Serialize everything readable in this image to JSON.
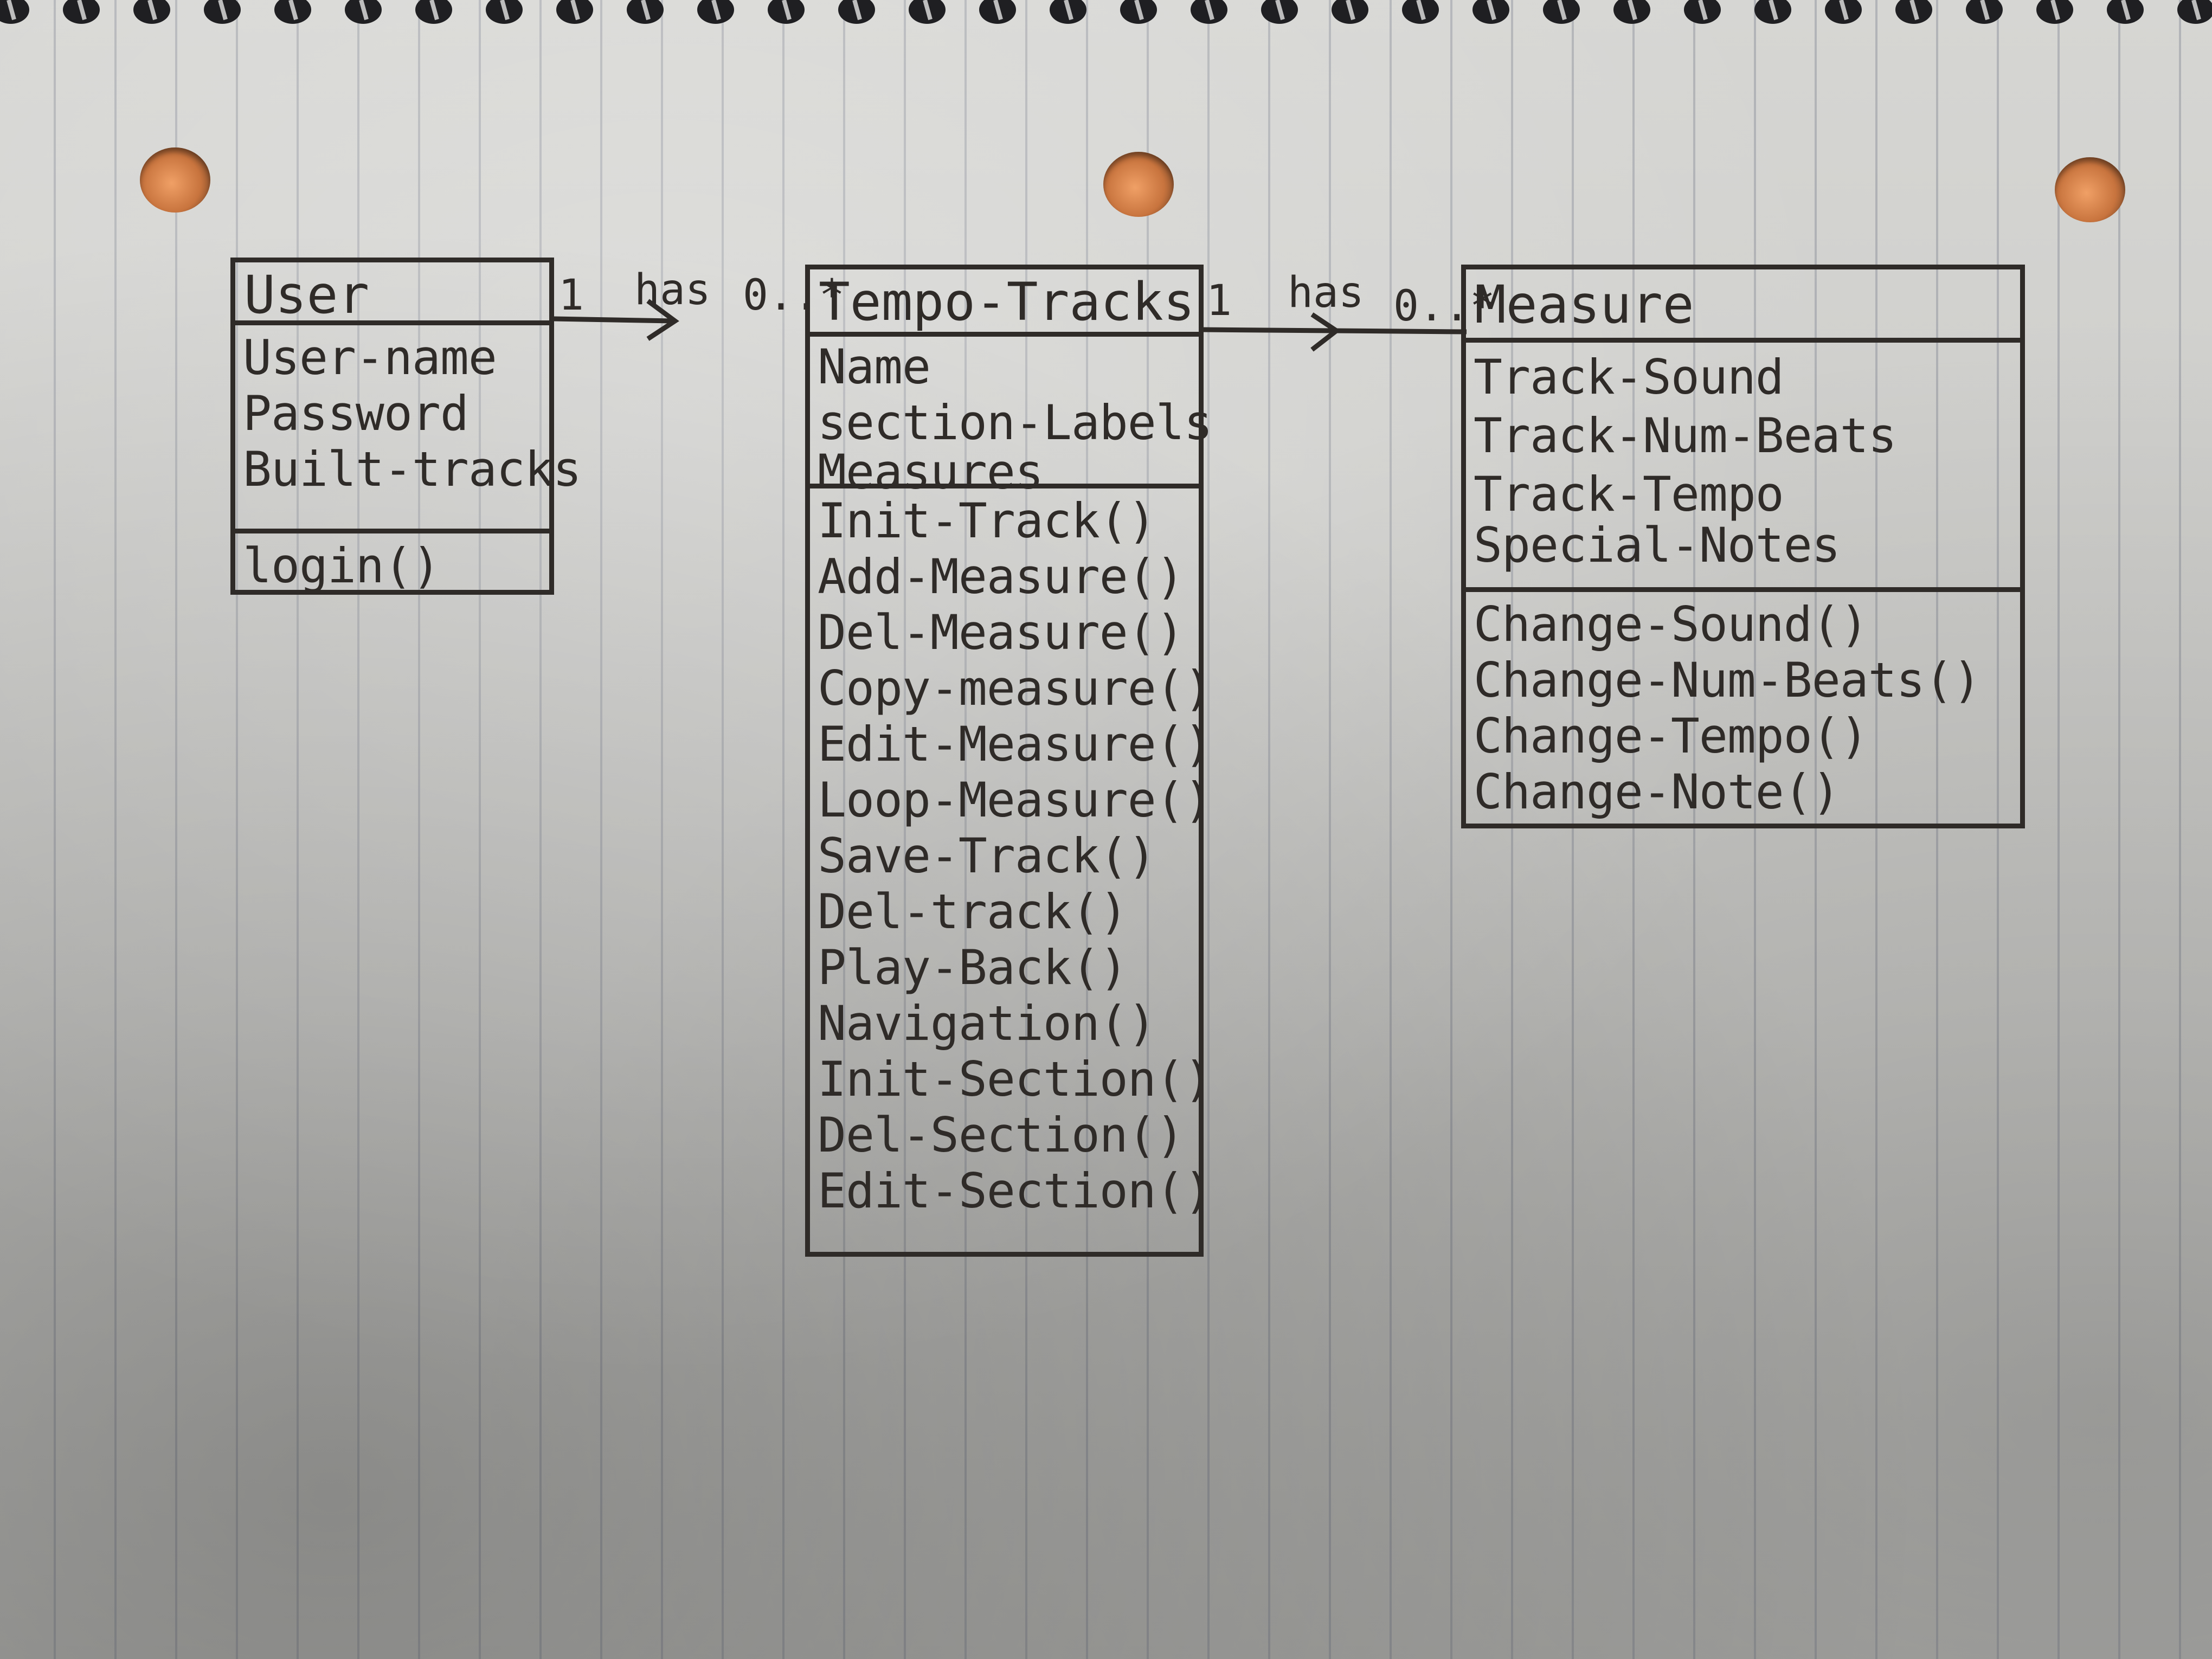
{
  "classes": {
    "user": {
      "name": "User",
      "attributes": [
        "User-name",
        "Password",
        "Built-tracks"
      ],
      "methods": [
        "login()"
      ]
    },
    "tempo_tracks": {
      "name": "Tempo-Tracks",
      "attributes": [
        "Name",
        "section-Labels",
        "Measures"
      ],
      "methods": [
        "Init-Track()",
        "Add-Measure()",
        "Del-Measure()",
        "Copy-measure()",
        "Edit-Measure()",
        "Loop-Measure()",
        "Save-Track()",
        "Del-track()",
        "Play-Back()",
        "Navigation()",
        "Init-Section()",
        "Del-Section()",
        "Edit-Section()"
      ]
    },
    "measure": {
      "name": "Measure",
      "attributes": [
        "Track-Sound",
        "Track-Num-Beats",
        "Track-Tempo",
        "Special-Notes"
      ],
      "methods": [
        "Change-Sound()",
        "Change-Num-Beats()",
        "Change-Tempo()",
        "Change-Note()"
      ]
    }
  },
  "associations": [
    {
      "from": "User",
      "to": "Tempo-Tracks",
      "label": "has",
      "from_multiplicity": "1",
      "to_multiplicity": "0..*"
    },
    {
      "from": "Tempo-Tracks",
      "to": "Measure",
      "label": "has",
      "from_multiplicity": "1",
      "to_multiplicity": "0..*"
    }
  ],
  "colors": {
    "ink": "#2f2b28",
    "paper": "#cfcfcc",
    "rule_lines": "#7d8290",
    "hole": "#c8743e"
  }
}
